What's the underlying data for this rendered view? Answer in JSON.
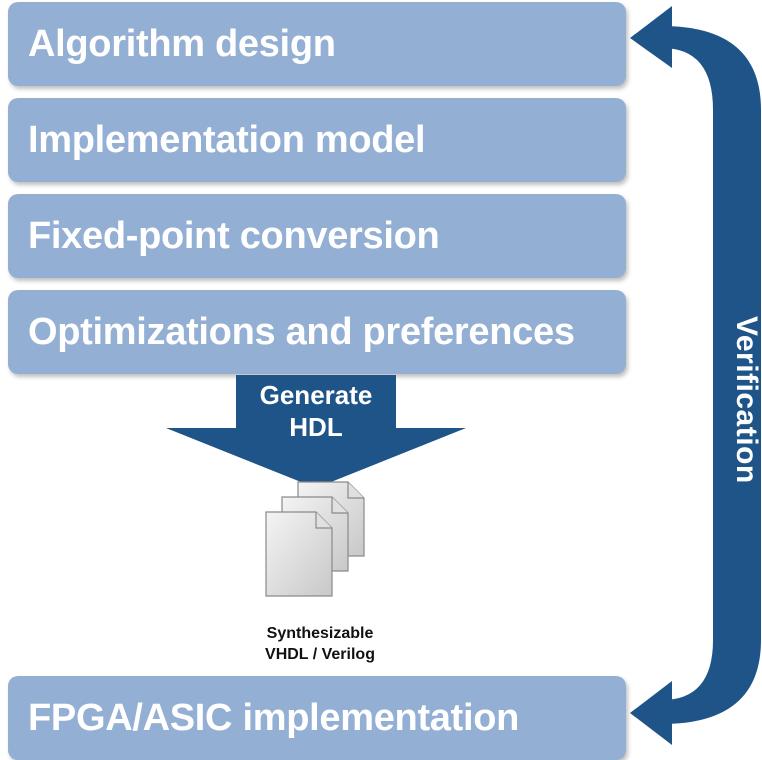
{
  "stages": [
    {
      "label": "Algorithm design"
    },
    {
      "label": "Implementation model"
    },
    {
      "label": "Fixed-point conversion"
    },
    {
      "label": "Optimizations and preferences"
    }
  ],
  "generate": {
    "line1": "Generate",
    "line2": "HDL"
  },
  "output": {
    "line1": "Synthesizable",
    "line2": "VHDL / Verilog"
  },
  "final_stage": {
    "label": "FPGA/ASIC implementation"
  },
  "verification": {
    "label": "Verification"
  },
  "colors": {
    "box": "#94afd4",
    "arrow": "#1f5489",
    "text": "#ffffff"
  },
  "icons": {
    "documents": "document-stack-icon"
  }
}
